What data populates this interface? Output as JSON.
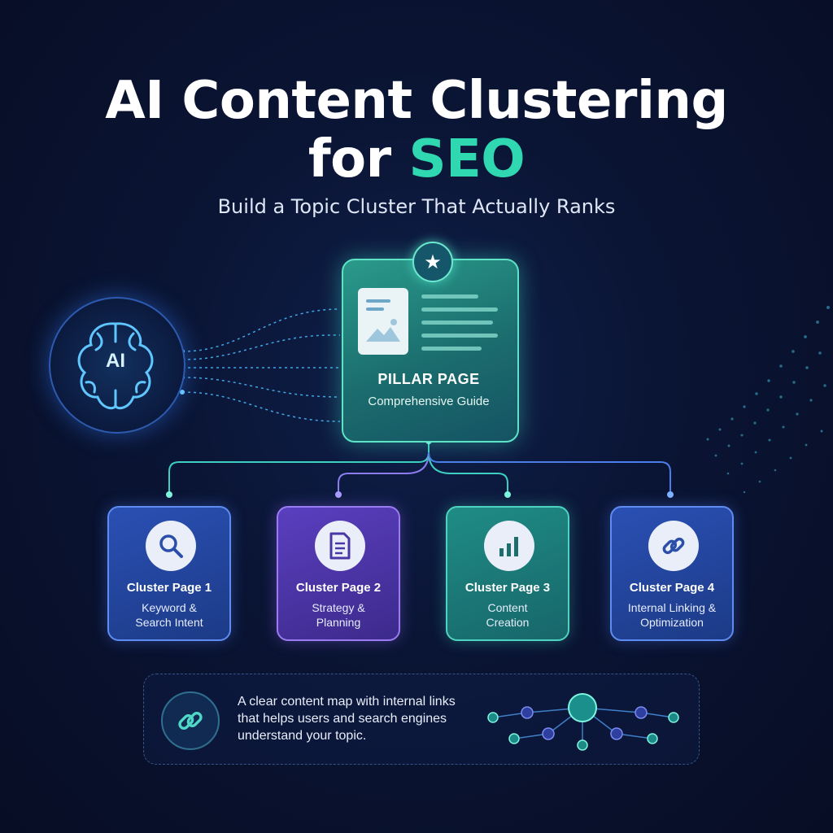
{
  "header": {
    "title_line1": "AI Content Clustering",
    "title_line2_prefix": "for ",
    "title_line2_accent": "SEO",
    "subtitle": "Build a Topic Cluster That Actually Ranks"
  },
  "ai_node": {
    "label": "AI",
    "icon": "brain-icon"
  },
  "pillar": {
    "title": "PILLAR PAGE",
    "subtitle": "Comprehensive Guide",
    "badge_icon": "star-icon",
    "doc_icon": "document-image-icon"
  },
  "cluster_pages": [
    {
      "title": "Cluster Page 1",
      "subtitle_lines": [
        "Keyword &",
        "Search Intent"
      ],
      "icon": "search-icon"
    },
    {
      "title": "Cluster Page 2",
      "subtitle_lines": [
        "Strategy &",
        "Planning"
      ],
      "icon": "document-icon"
    },
    {
      "title": "Cluster Page 3",
      "subtitle_lines": [
        "Content",
        "Creation"
      ],
      "icon": "bar-chart-icon"
    },
    {
      "title": "Cluster Page 4",
      "subtitle_lines": [
        "Internal Linking &",
        "Optimization"
      ],
      "icon": "link-icon"
    }
  ],
  "footer": {
    "icon": "link-icon",
    "lines": [
      "A clear content map with internal links",
      "that helps users and search engines",
      "understand your topic."
    ],
    "graphic_icon": "network-graph-icon"
  },
  "colors": {
    "accent": "#2fd8b0",
    "background": "#0a1433",
    "card_blue": "#2a50b4",
    "card_purple": "#5a3fbf",
    "card_teal": "#1f8c85"
  }
}
